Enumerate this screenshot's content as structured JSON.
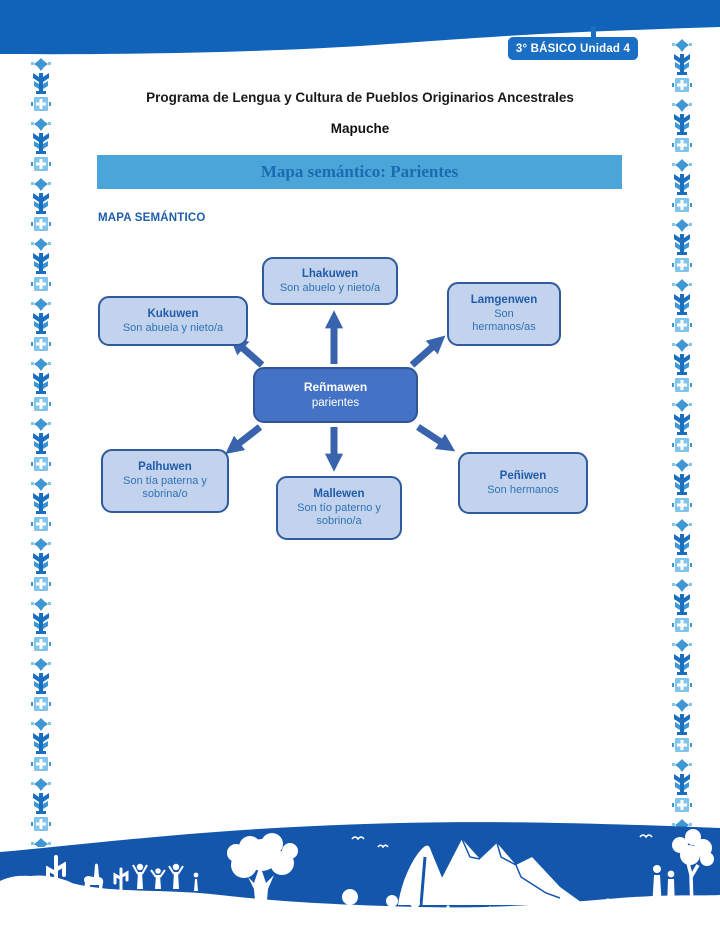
{
  "header": {
    "badge": "3° BÁSICO Unidad 4",
    "title": "Programa de Lengua y Cultura de Pueblos Originarios Ancestrales",
    "subtitle": "Mapuche",
    "banner": "Mapa semántico: Parientes"
  },
  "section": {
    "label": "MAPA SEMÁNTICO"
  },
  "diagram": {
    "center": {
      "term": "Reñmawen",
      "meaning": "parientes"
    },
    "nodes": [
      {
        "term": "Lhakuwen",
        "meaning": "Son abuelo y nieto/a"
      },
      {
        "term": "Kukuwen",
        "meaning": "Son abuela y nieto/a"
      },
      {
        "term": "Lamgenwen",
        "meaning": "Son hermanos/as"
      },
      {
        "term": "Palhuwen",
        "meaning": "Son tía paterna y sobrina/o"
      },
      {
        "term": "Mallewen",
        "meaning": "Son tío paterno y sobrino/a"
      },
      {
        "term": "Peñiwen",
        "meaning": "Son hermanos"
      }
    ]
  },
  "colors": {
    "header_blue": "#1063B8",
    "badge_blue": "#1A6EC4",
    "banner_bg": "#4BA5D9",
    "banner_text": "#1A6CB0",
    "section_label": "#1E5EAC",
    "node_fill": "#C3D2ED",
    "node_border": "#2F5B9E",
    "node_term": "#1F5CA9",
    "node_meaning": "#2E74B5",
    "center_fill": "#4472C4",
    "arrow": "#3A63AE",
    "footer_blue": "#1456AB",
    "ornament_light": "#82C4EA",
    "ornament_medium": "#3E96D2",
    "ornament_dark": "#1B6FC0"
  }
}
